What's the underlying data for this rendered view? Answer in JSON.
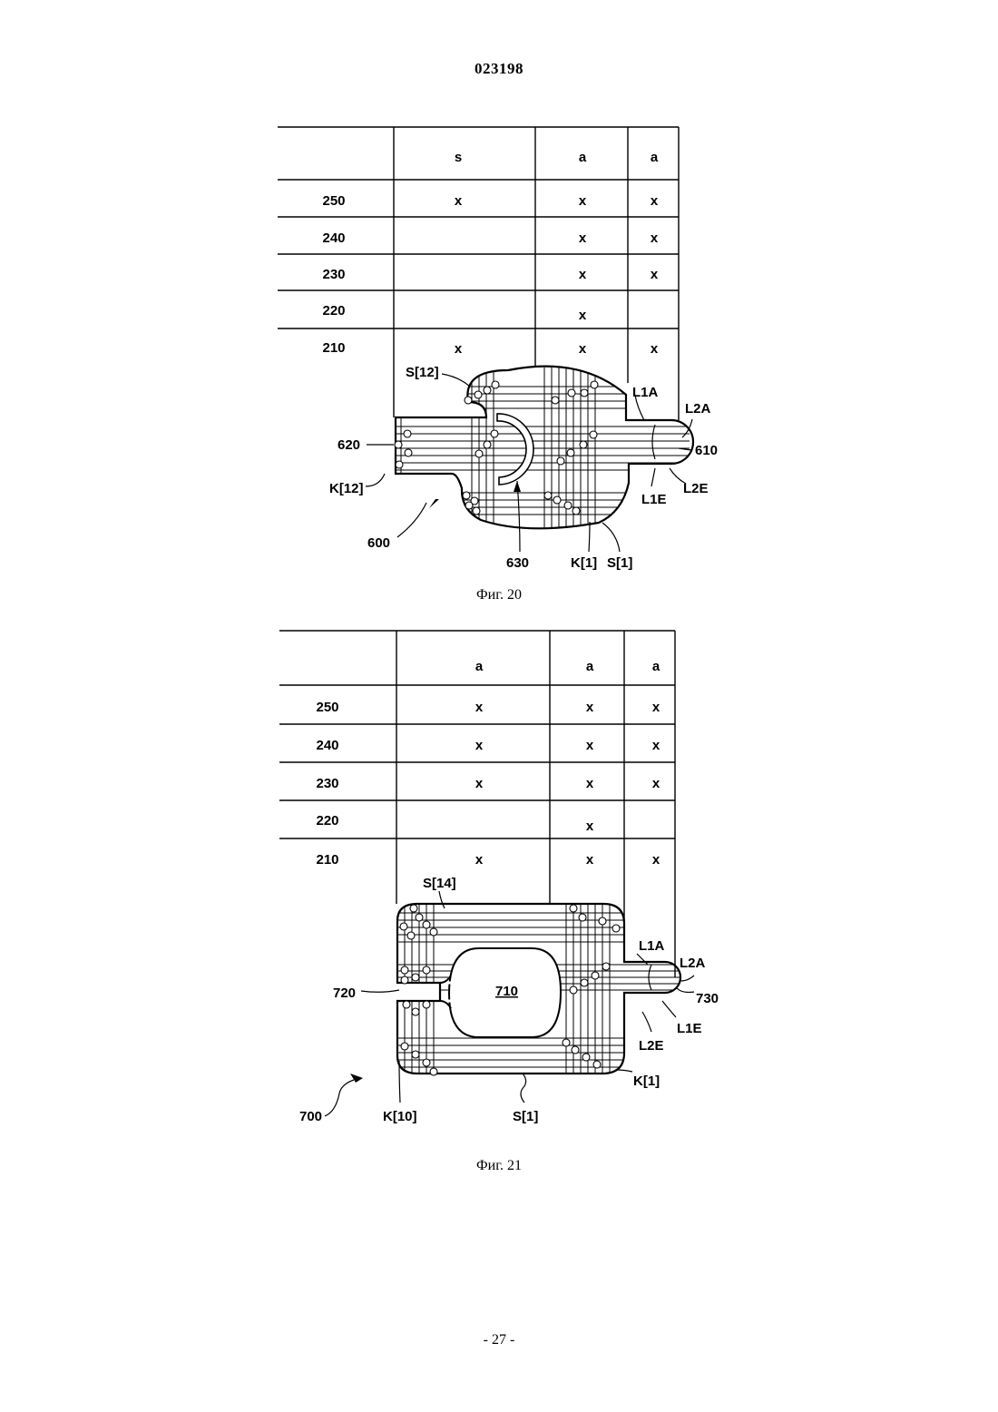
{
  "header": {
    "patent_number": "023198"
  },
  "figures": [
    {
      "caption": "Фиг. 20",
      "table": {
        "column_headers": [
          "s",
          "a",
          "a"
        ],
        "rows": [
          {
            "label": "250",
            "cells": [
              "x",
              "x",
              "x"
            ]
          },
          {
            "label": "240",
            "cells": [
              "",
              "x",
              "x"
            ]
          },
          {
            "label": "230",
            "cells": [
              "",
              "x",
              "x"
            ]
          },
          {
            "label": "220",
            "cells": [
              "",
              "x",
              ""
            ]
          },
          {
            "label": "210",
            "cells": [
              "x",
              "x",
              "x"
            ]
          }
        ]
      },
      "labels": {
        "s_top": "S[12]",
        "l1a": "L1A",
        "l2a": "L2A",
        "ref_610": "610",
        "ref_620": "620",
        "k_left": "K[12]",
        "l2e": "L2E",
        "l1e": "L1E",
        "ref_600": "600",
        "ref_630": "630",
        "k_bottom": "K[1]",
        "s_bottom": "S[1]"
      }
    },
    {
      "caption": "Фиг. 21",
      "table": {
        "column_headers": [
          "a",
          "a",
          "a"
        ],
        "rows": [
          {
            "label": "250",
            "cells": [
              "x",
              "x",
              "x"
            ]
          },
          {
            "label": "240",
            "cells": [
              "x",
              "x",
              "x"
            ]
          },
          {
            "label": "230",
            "cells": [
              "x",
              "x",
              "x"
            ]
          },
          {
            "label": "220",
            "cells": [
              "",
              "x",
              ""
            ]
          },
          {
            "label": "210",
            "cells": [
              "x",
              "x",
              "x"
            ]
          }
        ]
      },
      "labels": {
        "s_top": "S[14]",
        "l1a": "L1A",
        "l2a": "L2A",
        "ref_730": "730",
        "ref_720": "720",
        "ref_710": "710",
        "l1e": "L1E",
        "l2e": "L2E",
        "k_right": "K[1]",
        "ref_700": "700",
        "k_left": "K[10]",
        "s_bottom": "S[1]"
      }
    }
  ],
  "footer": {
    "page_number": "- 27 -"
  }
}
